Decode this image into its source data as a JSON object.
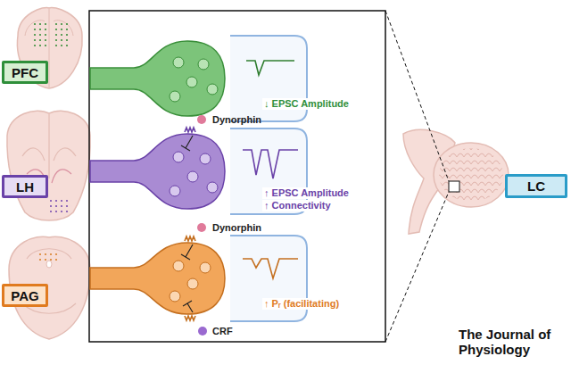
{
  "diagram": {
    "nodes": [
      {
        "text": [
          "PFC"
        ]
      },
      {
        "text": [
          "LH"
        ]
      },
      {
        "text": [
          "PAG"
        ]
      },
      {
        "text": [
          "LC"
        ]
      }
    ],
    "labels": [
      "↓ EPSC Amplitude",
      "Dynorphin",
      "↑ EPSC Amplitude",
      "↑ Connectivity",
      "Dynorphin",
      "↑ Pᵣ (facilitating)",
      "CRF",
      "The Journal of Physiology"
    ]
  }
}
